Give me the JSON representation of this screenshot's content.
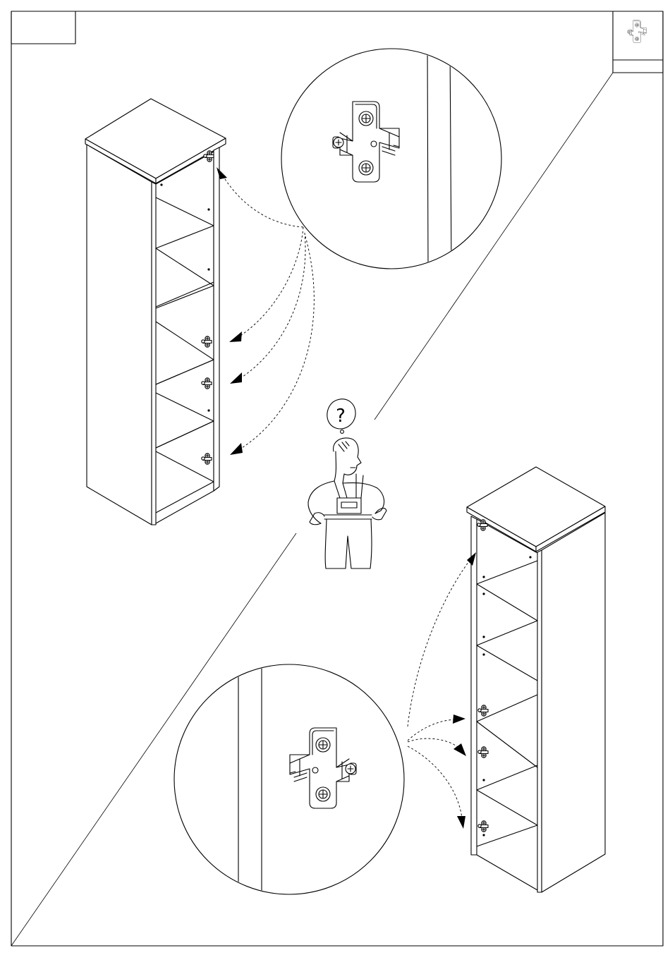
{
  "page": {
    "step_box_label": "",
    "hardware_ref_label": "",
    "hardware_icon": "cam-hinge-plate-icon"
  },
  "figures": {
    "left_cabinet": "cabinet",
    "right_cabinet": "cabinet",
    "top_detail": "hinge-plate-detail",
    "bottom_detail": "hinge-plate-detail",
    "figure": "worker-with-question-mark",
    "question_mark": "?"
  }
}
